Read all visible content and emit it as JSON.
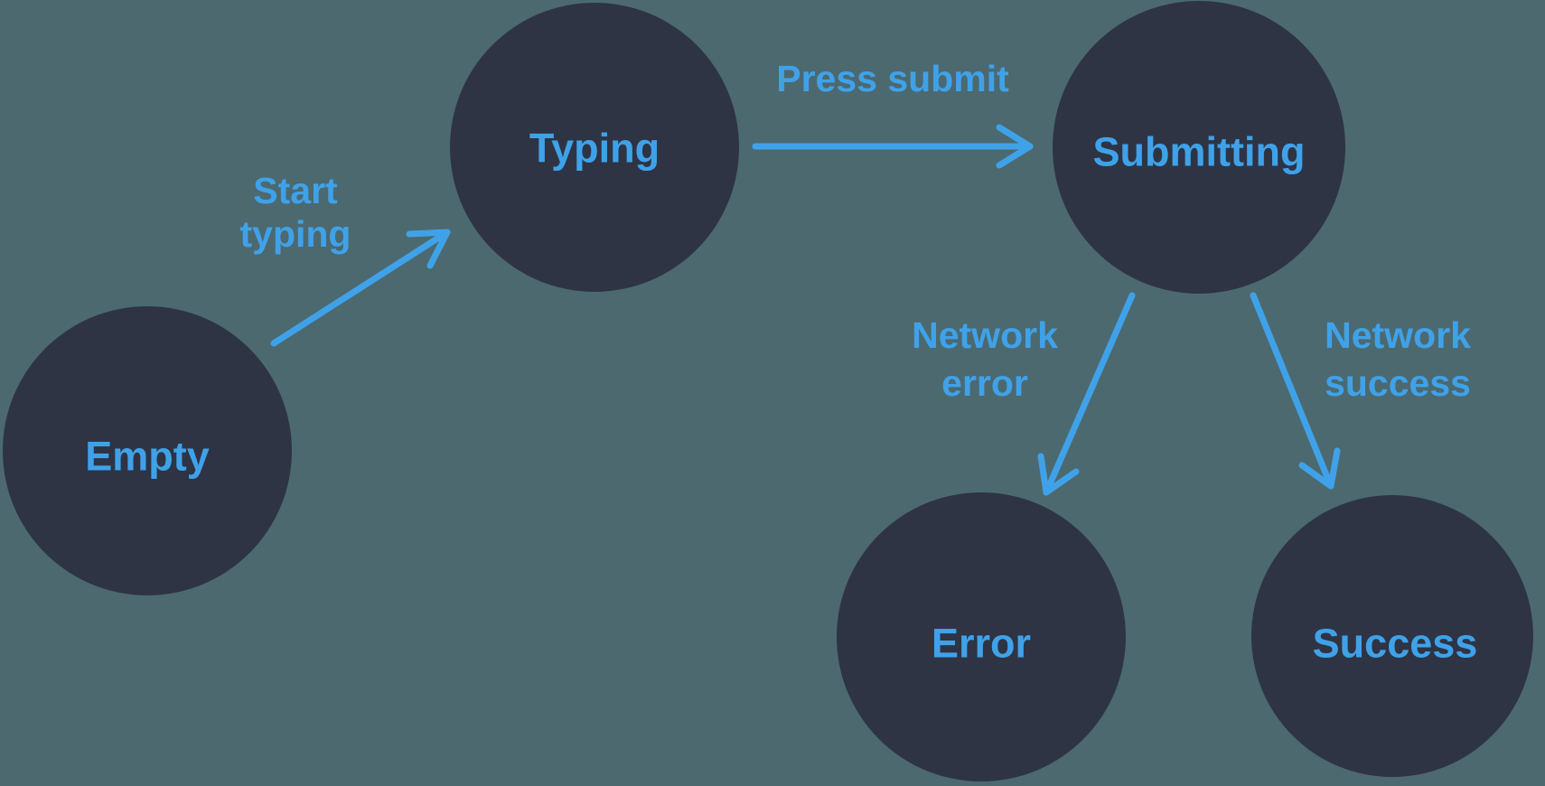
{
  "colors": {
    "background": "#4C6970",
    "node": "#2E3444",
    "accent": "#3FA2E9"
  },
  "diagram": {
    "type": "state-machine",
    "nodes": [
      {
        "id": "empty",
        "label": "Empty"
      },
      {
        "id": "typing",
        "label": "Typing"
      },
      {
        "id": "submitting",
        "label": "Submitting"
      },
      {
        "id": "error",
        "label": "Error"
      },
      {
        "id": "success",
        "label": "Success"
      }
    ],
    "transitions": [
      {
        "id": "start-typing",
        "from": "empty",
        "to": "typing",
        "label": "Start typing",
        "label_lines": [
          "Start",
          "typing"
        ]
      },
      {
        "id": "press-submit",
        "from": "typing",
        "to": "submitting",
        "label": "Press submit",
        "label_lines": [
          "Press submit"
        ]
      },
      {
        "id": "network-error",
        "from": "submitting",
        "to": "error",
        "label": "Network error",
        "label_lines": [
          "Network",
          "error"
        ]
      },
      {
        "id": "network-success",
        "from": "submitting",
        "to": "success",
        "label": "Network success",
        "label_lines": [
          "Network",
          "success"
        ]
      }
    ]
  }
}
